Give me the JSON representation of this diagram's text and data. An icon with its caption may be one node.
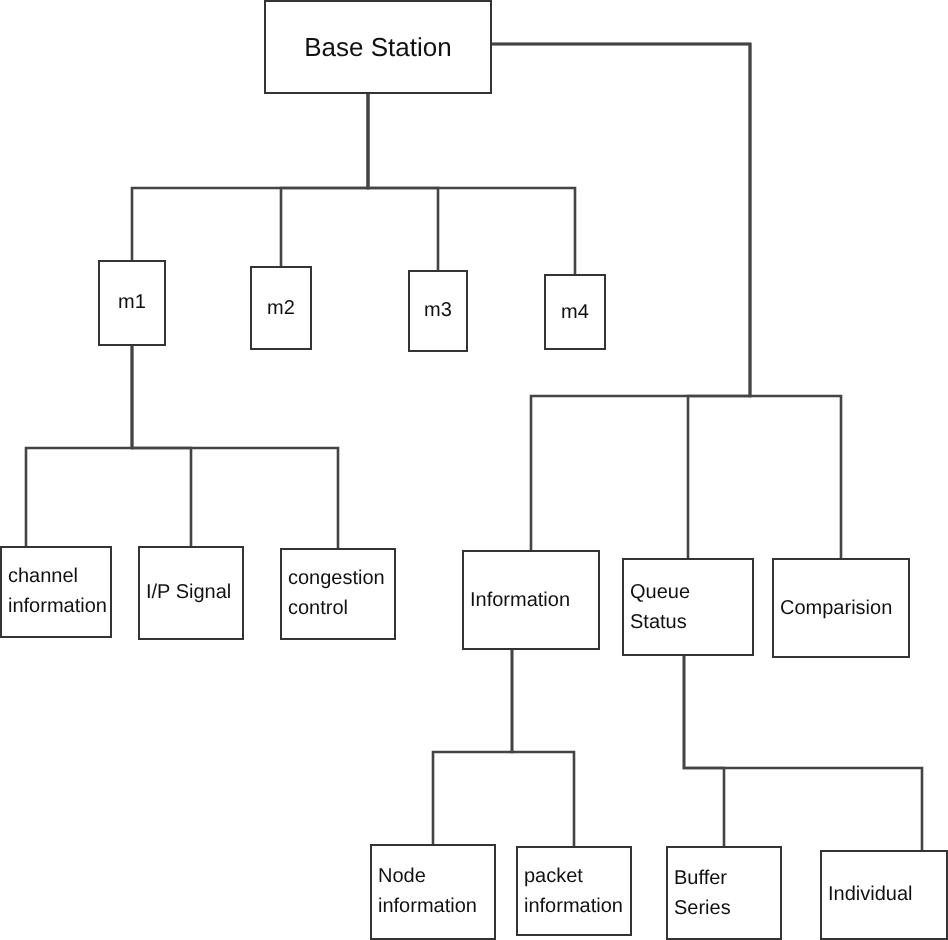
{
  "diagram": {
    "nodes": [
      {
        "text": [
          "Base Station"
        ]
      },
      {
        "text": [
          "m1"
        ]
      },
      {
        "text": [
          "m2"
        ]
      },
      {
        "text": [
          "m3"
        ]
      },
      {
        "text": [
          "m4"
        ]
      },
      {
        "text": [
          "channel information"
        ]
      },
      {
        "text": [
          "I/P Signal"
        ]
      },
      {
        "text": [
          "congestion control"
        ]
      },
      {
        "text": [
          "Information"
        ]
      },
      {
        "text": [
          "Queue Status"
        ]
      },
      {
        "text": [
          "Comparision"
        ]
      },
      {
        "text": [
          "Node information"
        ]
      },
      {
        "text": [
          "packet information"
        ]
      },
      {
        "text": [
          "Buffer Series"
        ]
      },
      {
        "text": [
          "Individual"
        ]
      }
    ],
    "edges": [
      {
        "from": 0,
        "to": 1,
        "arrow": "none"
      },
      {
        "from": 0,
        "to": 2,
        "arrow": "none"
      },
      {
        "from": 0,
        "to": 3,
        "arrow": "none"
      },
      {
        "from": 0,
        "to": 4,
        "arrow": "none"
      },
      {
        "from": 0,
        "to": 8,
        "arrow": "none"
      },
      {
        "from": 0,
        "to": 9,
        "arrow": "none"
      },
      {
        "from": 0,
        "to": 10,
        "arrow": "none"
      },
      {
        "from": 1,
        "to": 5,
        "arrow": "none"
      },
      {
        "from": 1,
        "to": 6,
        "arrow": "none"
      },
      {
        "from": 1,
        "to": 7,
        "arrow": "none"
      },
      {
        "from": 8,
        "to": 11,
        "arrow": "none"
      },
      {
        "from": 8,
        "to": 12,
        "arrow": "none"
      },
      {
        "from": 9,
        "to": 13,
        "arrow": "none"
      },
      {
        "from": 9,
        "to": 14,
        "arrow": "none"
      }
    ]
  }
}
